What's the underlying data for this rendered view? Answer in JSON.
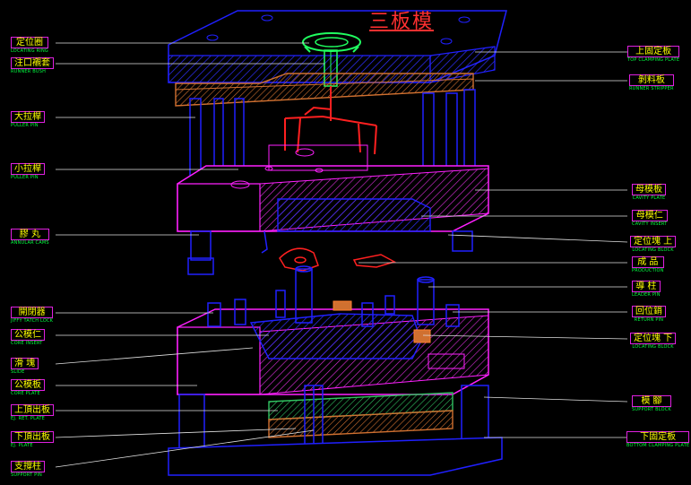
{
  "title": "三板模",
  "left_labels": [
    {
      "zh": "定位圈",
      "en": "LOCATING RING"
    },
    {
      "zh": "注口襯套",
      "en": "RUNNER BUSH"
    },
    {
      "zh": "大拉桿",
      "en": "PULLER PIN"
    },
    {
      "zh": "小拉桿",
      "en": "PULLER PIN"
    },
    {
      "zh": "膠  丸",
      "en": "ANNULAR CAMS"
    },
    {
      "zh": "開閉器",
      "en": "JIFFY TATCH  LOCK"
    },
    {
      "zh": "公模仁",
      "en": "CORE INSERT"
    },
    {
      "zh": "滑  塊",
      "en": "SLIDE"
    },
    {
      "zh": "公模板",
      "en": "CORE PLATE"
    },
    {
      "zh": "上頂出板",
      "en": "EJ. RET. PLATE"
    },
    {
      "zh": "下頂出板",
      "en": "EJ. PLATE"
    },
    {
      "zh": "支撐柱",
      "en": "SUPPORT PIN"
    }
  ],
  "right_labels": [
    {
      "zh": "上固定板",
      "en": "TOP CLAMPING PLATE"
    },
    {
      "zh": "剝料板",
      "en": "RUNNER STRIPPER"
    },
    {
      "zh": "母模板",
      "en": "CAVITY PLATE"
    },
    {
      "zh": "母模仁",
      "en": "CAVITY INSERT"
    },
    {
      "zh": "定位塊 上",
      "en": "LOCATING BLOCK"
    },
    {
      "zh": "成  品",
      "en": "PRODUCTION"
    },
    {
      "zh": "導  柱",
      "en": "LEADER PIN"
    },
    {
      "zh": "回位銷",
      "en": "RETURN PIN"
    },
    {
      "zh": "定位塊 下",
      "en": "LOCATING BLOCK"
    },
    {
      "zh": "模  腳",
      "en": "SUPPORT BLOCK"
    },
    {
      "zh": "下固定板",
      "en": "BOTTOM CLAMPING PLATE"
    }
  ],
  "colors": {
    "outline_blue": "#2020ff",
    "outline_magenta": "#ff20ff",
    "runner_red": "#ff2020",
    "hatch_magenta": "#e030e0",
    "stripper_orange": "#d07030",
    "ejector_green": "#30c060",
    "label_yellow": "#ffff00",
    "label_green": "#00ff40",
    "leader_white": "#e0e0e0"
  }
}
